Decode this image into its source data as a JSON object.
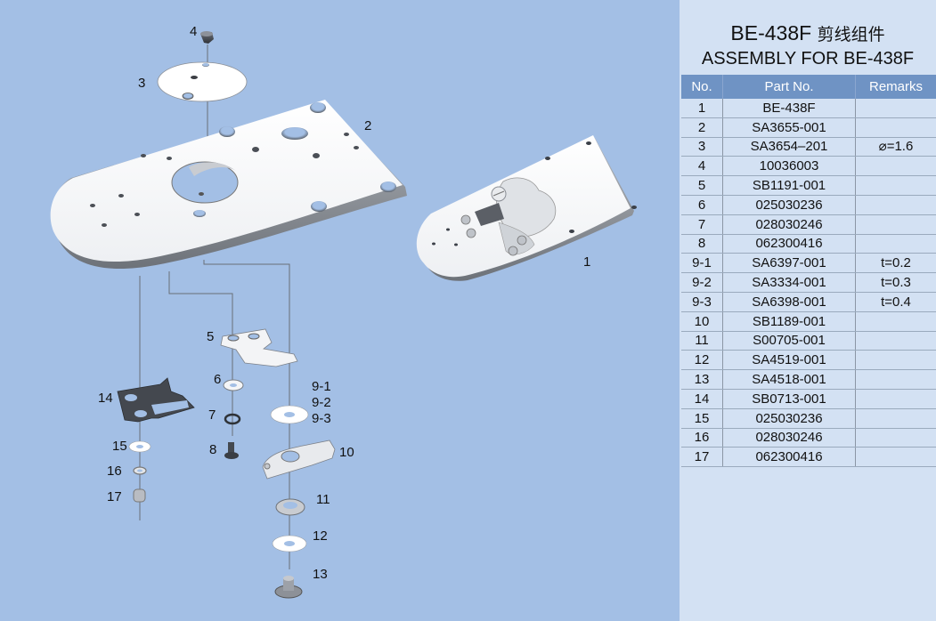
{
  "title": {
    "model": "BE-438F",
    "chinese": "剪线组件",
    "english": "ASSEMBLY FOR BE-438F"
  },
  "table": {
    "headers": [
      "No.",
      "Part No.",
      "Remarks"
    ],
    "rows": [
      {
        "no": "1",
        "part": "BE-438F",
        "remark": ""
      },
      {
        "no": "2",
        "part": "SA3655-001",
        "remark": ""
      },
      {
        "no": "3",
        "part": "SA3654–201",
        "remark": "⌀=1.6"
      },
      {
        "no": "4",
        "part": "10036003",
        "remark": ""
      },
      {
        "no": "5",
        "part": "SB1191-001",
        "remark": ""
      },
      {
        "no": "6",
        "part": "025030236",
        "remark": ""
      },
      {
        "no": "7",
        "part": "028030246",
        "remark": ""
      },
      {
        "no": "8",
        "part": "062300416",
        "remark": ""
      },
      {
        "no": "9-1",
        "part": "SA6397-001",
        "remark": "t=0.2"
      },
      {
        "no": "9-2",
        "part": "SA3334-001",
        "remark": "t=0.3"
      },
      {
        "no": "9-3",
        "part": "SA6398-001",
        "remark": "t=0.4"
      },
      {
        "no": "10",
        "part": "SB1189-001",
        "remark": ""
      },
      {
        "no": "11",
        "part": "S00705-001",
        "remark": ""
      },
      {
        "no": "12",
        "part": "SA4519-001",
        "remark": ""
      },
      {
        "no": "13",
        "part": "SA4518-001",
        "remark": ""
      },
      {
        "no": "14",
        "part": "SB0713-001",
        "remark": ""
      },
      {
        "no": "15",
        "part": "025030236",
        "remark": ""
      },
      {
        "no": "16",
        "part": "028030246",
        "remark": ""
      },
      {
        "no": "17",
        "part": "062300416",
        "remark": ""
      }
    ]
  },
  "diagram": {
    "callouts": {
      "c1": "1",
      "c2": "2",
      "c3": "3",
      "c4": "4",
      "c5": "5",
      "c6": "6",
      "c7": "7",
      "c8": "8",
      "c9_1": "9-1",
      "c9_2": "9-2",
      "c9_3": "9-3",
      "c10": "10",
      "c11": "11",
      "c12": "12",
      "c13": "13",
      "c14": "14",
      "c15": "15",
      "c16": "16",
      "c17": "17"
    }
  },
  "colors": {
    "diagram_bg": "#a3bfe5",
    "panel_bg": "#d3e1f3",
    "header_bg": "#6f93c4"
  }
}
